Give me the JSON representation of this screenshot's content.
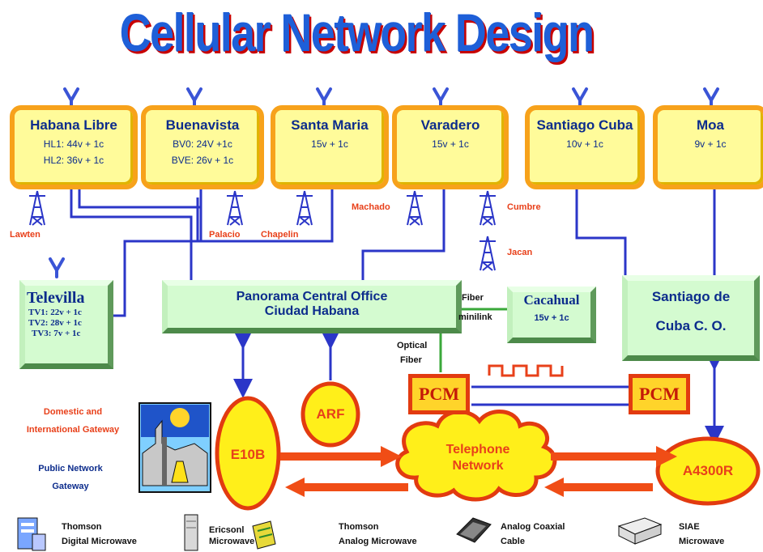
{
  "title": "Cellular Network Design",
  "sites": [
    {
      "name": "Habana Libre",
      "lines": [
        "HL1: 44v + 1c",
        "HL2: 36v + 1c"
      ]
    },
    {
      "name": "Buenavista",
      "lines": [
        "BV0: 24V +1c",
        "BVE: 26v + 1c"
      ]
    },
    {
      "name": "Santa Maria",
      "lines": [
        "15v + 1c"
      ]
    },
    {
      "name": "Varadero",
      "lines": [
        "15v + 1c"
      ]
    },
    {
      "name": "Santiago Cuba",
      "lines": [
        "10v + 1c"
      ]
    },
    {
      "name": "Moa",
      "lines": [
        "9v + 1c"
      ]
    }
  ],
  "tower_labels": {
    "lawten": "Lawten",
    "palacio": "Palacio",
    "chapelin": "Chapelin",
    "machado": "Machado",
    "cumbre": "Cumbre",
    "jacan": "Jacan"
  },
  "televilla": {
    "name": "Televilla",
    "lines": [
      "TV1: 22v + 1c",
      "TV2: 28v + 1c",
      "TV3: 7v + 1c"
    ]
  },
  "panorama": {
    "line1": "Panorama Central Office",
    "line2": "Ciudad Habana"
  },
  "cacahual": {
    "name": "Cacahual",
    "line": "15v + 1c"
  },
  "santiago_co": {
    "line1": "Santiago de",
    "line2": "Cuba C. O."
  },
  "fiber_label": "Fiber",
  "minilink_label": "minilink",
  "optical_fiber_label": [
    "Optical",
    "Fiber"
  ],
  "pcm_label": "PCM",
  "arf_label": "ARF",
  "e10b_label": "E10B",
  "telephone_network": [
    "Telephone",
    "Network"
  ],
  "a4300r_label": "A4300R",
  "domestic_gateway": [
    "Domestic and",
    "International Gateway"
  ],
  "public_gateway": [
    "Public Network",
    "Gateway"
  ],
  "legend": [
    {
      "lines": [
        "Thomson",
        "Digital Microwave"
      ],
      "icon": "computer-tower-icon"
    },
    {
      "lines": [
        "Ericsonl",
        "Microwave"
      ],
      "icon": "rack-unit-icon"
    },
    {
      "lines": [
        "Thomson",
        "Analog Microwave"
      ],
      "icon": "circuit-board-icon"
    },
    {
      "lines": [
        "Analog Coaxial",
        "Cable"
      ],
      "icon": "coaxial-device-icon"
    },
    {
      "lines": [
        "SIAE",
        "Microwave"
      ],
      "icon": "radio-unit-icon"
    }
  ],
  "colors": {
    "site_fill": "#fffb9a",
    "site_border": "#f7a21b",
    "link_blue": "#2b36c8",
    "office_green": "#d4fbd0",
    "pcm_red": "#e23b10",
    "label_red": "#e8401a",
    "text_navy": "#0c2c8c"
  }
}
